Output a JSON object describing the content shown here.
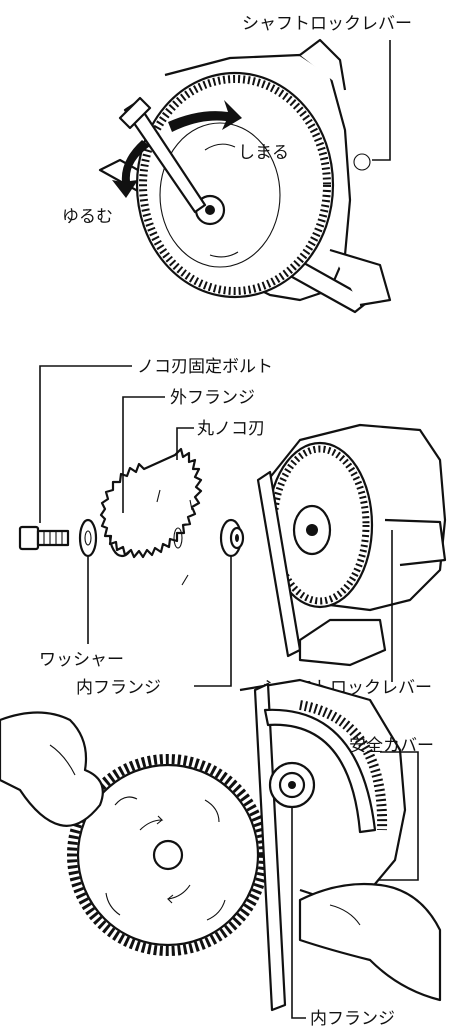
{
  "figure1": {
    "shaft_lock_lever": "シャフトロックレバー",
    "tighten": "しまる",
    "loosen": "ゆるむ"
  },
  "figure2": {
    "blade_bolt": "ノコ刃固定ボルト",
    "outer_flange": "外フランジ",
    "saw_blade": "丸ノコ刃",
    "washer": "ワッシャー",
    "inner_flange": "内フランジ",
    "shaft_lock_lever": "シャフトロックレバー"
  },
  "figure3": {
    "safety_cover": "安全カバー",
    "inner_flange": "内フランジ"
  }
}
